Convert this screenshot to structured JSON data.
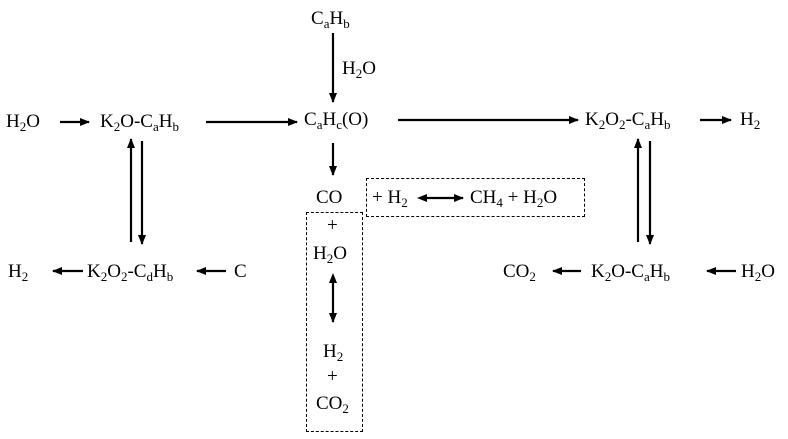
{
  "diagram": {
    "nodes": {
      "cahb_top": [
        {
          "t": "C"
        },
        {
          "t": "a",
          "sub": true
        },
        {
          "t": "H"
        },
        {
          "t": "b",
          "sub": true
        }
      ],
      "h2o_vert": [
        {
          "t": "H"
        },
        {
          "t": "2",
          "sub": true
        },
        {
          "t": "O"
        }
      ],
      "h2o_left": [
        {
          "t": "H"
        },
        {
          "t": "2",
          "sub": true
        },
        {
          "t": "O"
        }
      ],
      "k2o_cahb_left": [
        {
          "t": "K"
        },
        {
          "t": "2",
          "sub": true
        },
        {
          "t": "O-C"
        },
        {
          "t": "a",
          "sub": true
        },
        {
          "t": "H"
        },
        {
          "t": "b",
          "sub": true
        }
      ],
      "cahc_o": [
        {
          "t": "C"
        },
        {
          "t": "a",
          "sub": true
        },
        {
          "t": "H"
        },
        {
          "t": "c",
          "sub": true
        },
        {
          "t": "(O)"
        }
      ],
      "k2o2_cahb_right": [
        {
          "t": "K"
        },
        {
          "t": "2",
          "sub": true
        },
        {
          "t": "O"
        },
        {
          "t": "2",
          "sub": true
        },
        {
          "t": "-C"
        },
        {
          "t": "a",
          "sub": true
        },
        {
          "t": "H"
        },
        {
          "t": "b",
          "sub": true
        }
      ],
      "h2_right": [
        {
          "t": "H"
        },
        {
          "t": "2",
          "sub": true
        }
      ],
      "co": [
        {
          "t": "CO"
        }
      ],
      "plus_h2": [
        {
          "t": "+ H"
        },
        {
          "t": "2",
          "sub": true
        }
      ],
      "ch4_h2o": [
        {
          "t": "CH"
        },
        {
          "t": "4",
          "sub": true
        },
        {
          "t": " + H"
        },
        {
          "t": "2",
          "sub": true
        },
        {
          "t": "O"
        }
      ],
      "plus_1": [
        {
          "t": "+"
        }
      ],
      "h2o_mid": [
        {
          "t": "H"
        },
        {
          "t": "2",
          "sub": true
        },
        {
          "t": "O"
        }
      ],
      "h2_mid": [
        {
          "t": "H"
        },
        {
          "t": "2",
          "sub": true
        }
      ],
      "plus_2": [
        {
          "t": "+"
        }
      ],
      "co2_mid": [
        {
          "t": "CO"
        },
        {
          "t": "2",
          "sub": true
        }
      ],
      "h2_left": [
        {
          "t": "H"
        },
        {
          "t": "2",
          "sub": true
        }
      ],
      "k2o2_cdhb": [
        {
          "t": "K"
        },
        {
          "t": "2",
          "sub": true
        },
        {
          "t": "O"
        },
        {
          "t": "2",
          "sub": true
        },
        {
          "t": "-C"
        },
        {
          "t": "d",
          "sub": true
        },
        {
          "t": "H"
        },
        {
          "t": "b",
          "sub": true
        }
      ],
      "c_left": [
        {
          "t": "C"
        }
      ],
      "co2_right": [
        {
          "t": "CO"
        },
        {
          "t": "2",
          "sub": true
        }
      ],
      "k2o_cahb_right": [
        {
          "t": "K"
        },
        {
          "t": "2",
          "sub": true
        },
        {
          "t": "O-C"
        },
        {
          "t": "a",
          "sub": true
        },
        {
          "t": "H"
        },
        {
          "t": "b",
          "sub": true
        }
      ],
      "h2o_right": [
        {
          "t": "H"
        },
        {
          "t": "2",
          "sub": true
        },
        {
          "t": "O"
        }
      ]
    }
  }
}
